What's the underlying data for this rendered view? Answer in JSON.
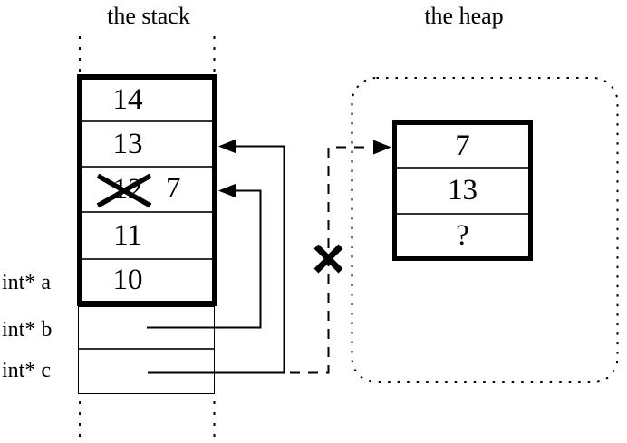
{
  "titles": {
    "stack": "the stack",
    "heap": "the heap"
  },
  "stack": {
    "cells": [
      {
        "value": "14"
      },
      {
        "value": "13"
      },
      {
        "value": "12",
        "crossed": true,
        "replacement": "7"
      },
      {
        "value": "11"
      },
      {
        "value": "10"
      }
    ],
    "labels": [
      {
        "text": "int* a"
      },
      {
        "text": "int* b"
      },
      {
        "text": "int* c"
      }
    ]
  },
  "heap": {
    "cells": [
      {
        "value": "7"
      },
      {
        "value": "13"
      },
      {
        "value": "?"
      }
    ]
  },
  "icons": {
    "crossed_out_value": "x-cross-out-icon",
    "invalid_pointer": "x-cross-out-icon",
    "pointer_b": "arrow-left-into-stack",
    "pointer_c": "arrow-left-into-stack",
    "dangling_pointer": "dashed-arrow-right-into-heap"
  },
  "colors": {
    "ink": "#000000",
    "background": "#ffffff"
  }
}
